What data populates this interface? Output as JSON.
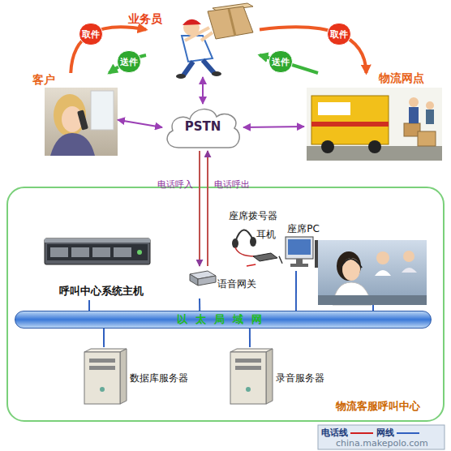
{
  "diagram": {
    "nodes": [
      {
        "text": [
          "业务员"
        ]
      },
      {
        "text": [
          "客户"
        ]
      },
      {
        "text": [
          "物流网点"
        ]
      },
      {
        "text": [
          "PSTN"
        ]
      },
      {
        "text": [
          "物流客服呼叫中心"
        ]
      },
      {
        "text": [
          "呼叫中心系统主机"
        ],
        "in": 4
      },
      {
        "text": [
          "语音网关"
        ],
        "in": 4
      },
      {
        "text": [
          "座席拨号器"
        ],
        "in": 4
      },
      {
        "text": [
          "座席PC"
        ],
        "in": 4
      },
      {
        "text": [
          "以太局域网"
        ],
        "in": 4
      },
      {
        "text": [
          "数据库服务器"
        ],
        "in": 4
      },
      {
        "text": [
          "录音服务器"
        ],
        "in": 4
      }
    ],
    "edges": [
      {
        "from": 1,
        "to": 0,
        "label": "取件",
        "arrow": "to"
      },
      {
        "from": 0,
        "to": 1,
        "label": "送件",
        "arrow": "to"
      },
      {
        "from": 0,
        "to": 2,
        "label": "取件",
        "arrow": "to"
      },
      {
        "from": 2,
        "to": 0,
        "label": "送件",
        "arrow": "to"
      },
      {
        "from": 0,
        "to": 3,
        "arrow": "both"
      },
      {
        "from": 1,
        "to": 3,
        "arrow": "both"
      },
      {
        "from": 2,
        "to": 3,
        "arrow": "both"
      },
      {
        "from": 3,
        "to": 6,
        "label": "电话呼入",
        "arrow": "to"
      },
      {
        "from": 6,
        "to": 3,
        "label": "电话呼出",
        "arrow": "to"
      },
      {
        "from": 6,
        "to": 7,
        "arrow": "none"
      },
      {
        "from": 7,
        "to": 8,
        "arrow": "none"
      },
      {
        "from": 9,
        "to": 5,
        "arrow": "none"
      },
      {
        "from": 9,
        "to": 6,
        "arrow": "none"
      },
      {
        "from": 9,
        "to": 8,
        "arrow": "none"
      },
      {
        "from": 9,
        "to": 10,
        "arrow": "none"
      },
      {
        "from": 9,
        "to": 11,
        "arrow": "none"
      }
    ],
    "labels": [
      "耳机",
      "china.makepolo.com"
    ],
    "legend": [
      {
        "text": "电话线"
      },
      {
        "text": "网线"
      }
    ]
  }
}
